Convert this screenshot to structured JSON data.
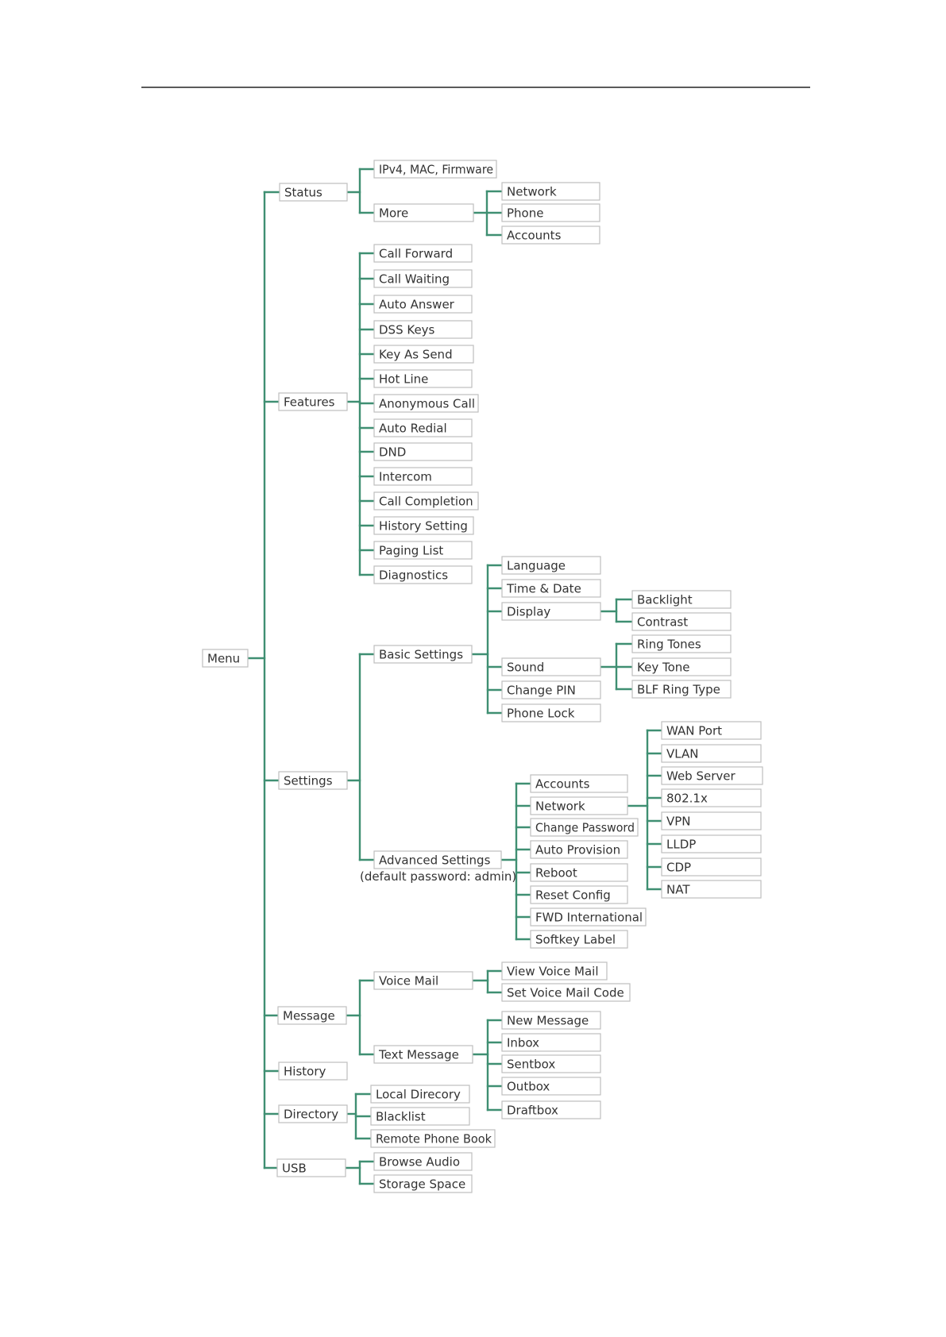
{
  "root": "Menu",
  "status": {
    "label": "Status",
    "items": [
      "IPv4, MAC, Firmware",
      "More"
    ],
    "more_items": [
      "Network",
      "Phone",
      "Accounts"
    ]
  },
  "features": {
    "label": "Features",
    "items": [
      "Call Forward",
      "Call Waiting",
      "Auto Answer",
      "DSS Keys",
      "Key As Send",
      "Hot Line",
      "Anonymous Call",
      "Auto Redial",
      "DND",
      "Intercom",
      "Call Completion",
      "History Setting",
      "Paging List",
      "Diagnostics"
    ]
  },
  "settings": {
    "label": "Settings",
    "basic": {
      "label": "Basic Settings",
      "items": [
        "Language",
        "Time & Date",
        "Display",
        "Sound",
        "Change PIN",
        "Phone Lock"
      ],
      "display_items": [
        "Backlight",
        "Contrast"
      ],
      "sound_items": [
        "Ring Tones",
        "Key Tone",
        "BLF Ring Type"
      ]
    },
    "advanced": {
      "label": "Advanced Settings",
      "note": "(default password: admin)",
      "items": [
        "Accounts",
        "Network",
        "Change Password",
        "Auto Provision",
        "Reboot",
        "Reset Config",
        "FWD International",
        "Softkey Label"
      ],
      "network_items": [
        "WAN Port",
        "VLAN",
        "Web Server",
        "802.1x",
        "VPN",
        "LLDP",
        "CDP",
        "NAT"
      ]
    }
  },
  "message": {
    "label": "Message",
    "voice_mail": {
      "label": "Voice Mail",
      "items": [
        "View Voice Mail",
        "Set Voice Mail Code"
      ]
    },
    "text_message": {
      "label": "Text Message",
      "items": [
        "New Message",
        "Inbox",
        "Sentbox",
        "Outbox",
        "Draftbox"
      ]
    }
  },
  "history": {
    "label": "History"
  },
  "directory": {
    "label": "Directory",
    "items": [
      "Local Direcory",
      "Blacklist",
      "Remote Phone Book"
    ]
  },
  "usb": {
    "label": "USB",
    "items": [
      "Browse Audio",
      "Storage Space"
    ]
  },
  "colors": {
    "connector": "#3f8f72",
    "box_border": "#bfbfbf",
    "text": "#333333",
    "rule": "#5a5a5a"
  }
}
